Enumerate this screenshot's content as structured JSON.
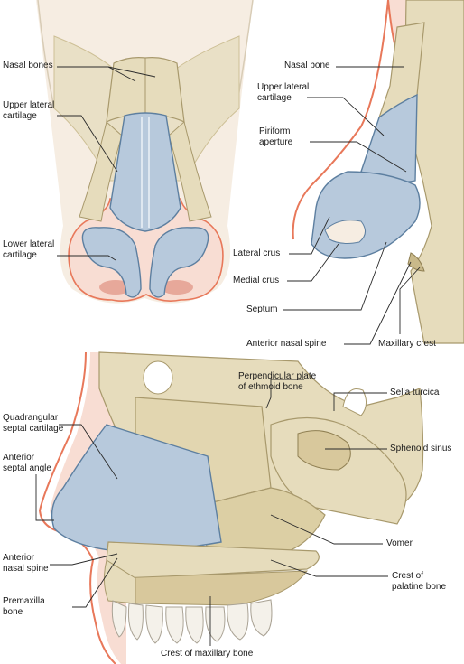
{
  "palette": {
    "bone": "#e6dcbc",
    "bone_dark": "#c9b98a",
    "cartilage": "#b7c9dc",
    "cartilage_edge": "#5d7fa0",
    "skin_line": "#e8785a",
    "skin_fill": "#f8ddd3",
    "leader": "#2a2a2a"
  },
  "labels": {
    "nasal_bones": "Nasal bones",
    "upper_lateral_1": "Upper lateral",
    "upper_lateral_2": "cartilage",
    "lower_lateral_1": "Lower lateral",
    "lower_lateral_2": "cartilage",
    "nasal_bone": "Nasal bone",
    "upper_lateral_side_1": "Upper lateral",
    "upper_lateral_side_2": "cartilage",
    "piriform_1": "Piriform",
    "piriform_2": "aperture",
    "lateral_crus": "Lateral crus",
    "medial_crus": "Medial crus",
    "septum": "Septum",
    "anterior_nasal_spine_top": "Anterior nasal spine",
    "maxillary_crest": "Maxillary crest",
    "perp_plate_1": "Perpendicular plate",
    "perp_plate_2": "of ethmoid bone",
    "sella_turcica": "Sella turcica",
    "quadrangular_1": "Quadrangular",
    "quadrangular_2": "septal cartilage",
    "anterior_septal_1": "Anterior",
    "anterior_septal_2": "septal angle",
    "sphenoid_sinus": "Sphenoid sinus",
    "vomer": "Vomer",
    "anterior_nasal_spine_1": "Anterior",
    "anterior_nasal_spine_2": "nasal spine",
    "crest_palatine_1": "Crest of",
    "crest_palatine_2": "palatine bone",
    "premaxilla_1": "Premaxilla",
    "premaxilla_2": "bone",
    "crest_maxillary": "Crest of maxillary bone"
  }
}
